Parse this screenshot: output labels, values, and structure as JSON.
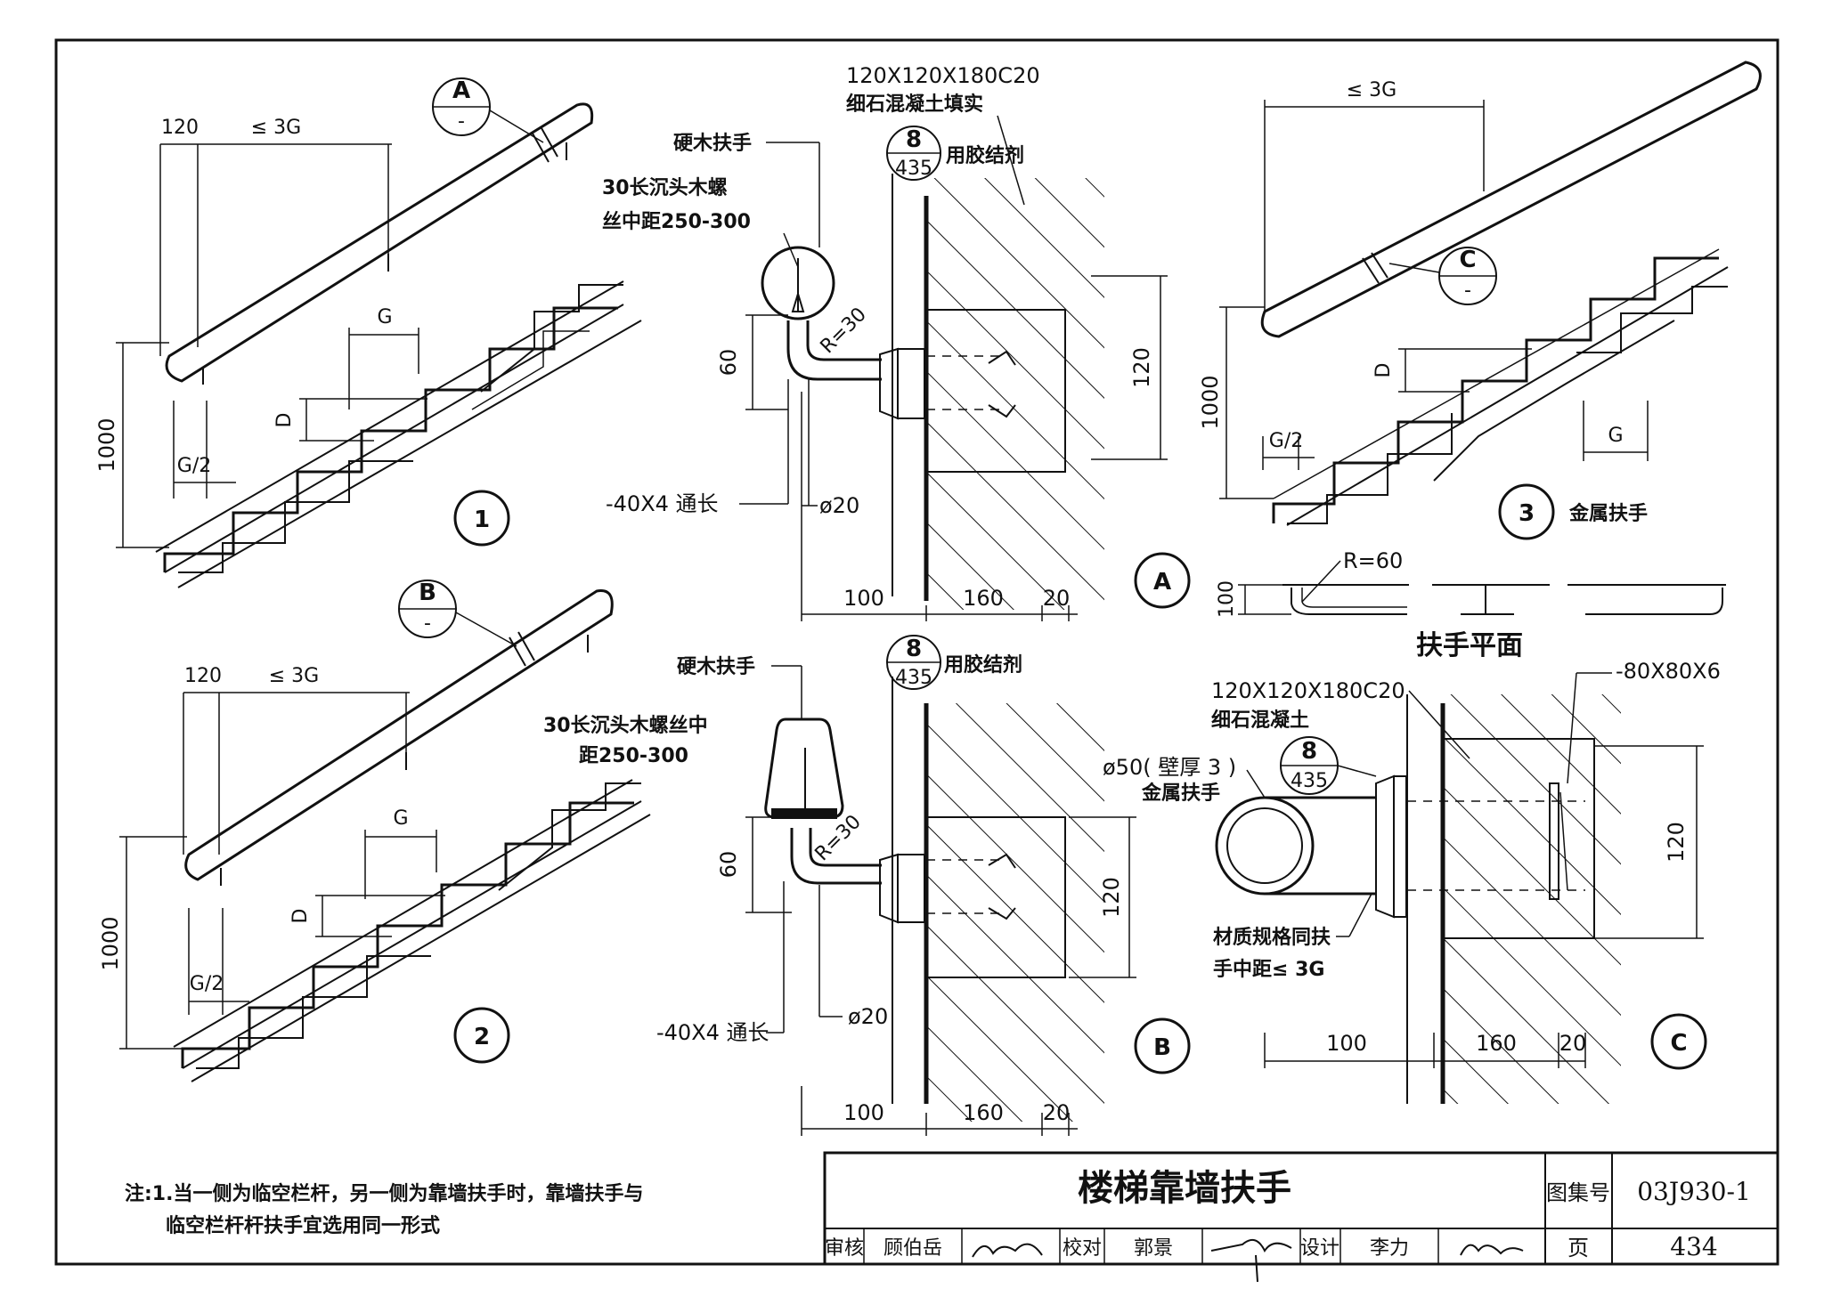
{
  "title_block": {
    "title": "楼梯靠墙扶手",
    "atlas_label": "图集号",
    "atlas_no": "03J930-1",
    "page_label": "页",
    "page_no": "434",
    "review_label": "审核",
    "reviewer": "顾伯岳",
    "check_label": "校对",
    "checker": "郭景",
    "design_label": "设计",
    "designer": "李力"
  },
  "note": {
    "line1": "注:1.当一侧为临空栏杆，另一侧为靠墙扶手时，靠墙扶手与",
    "line2": "临空栏杆杆扶手宜选用同一形式"
  },
  "detail1": {
    "number": "1",
    "ref_letter": "A",
    "ref_dash": "-",
    "dim_top_a": "120",
    "dim_top_b": "≤ 3G",
    "dim_g": "G",
    "dim_d": "D",
    "dim_g2": "G/2",
    "dim_height": "1000"
  },
  "detail2": {
    "number": "2",
    "ref_letter": "B",
    "ref_dash": "-",
    "dim_top_a": "120",
    "dim_top_b": "≤ 3G",
    "dim_g": "G",
    "dim_d": "D",
    "dim_g2": "G/2",
    "dim_height": "1000"
  },
  "detail3": {
    "number": "3",
    "label": "金属扶手",
    "ref_letter": "C",
    "ref_dash": "-",
    "dim_top": "≤ 3G",
    "dim_d": "D",
    "dim_g": "G",
    "dim_g2": "G/2",
    "dim_height": "1000"
  },
  "plan": {
    "radius": "R=60",
    "dim": "100",
    "caption": "扶手平面"
  },
  "detailA": {
    "letter": "A",
    "wood_handrail": "硬木扶手",
    "screw_1": "30长沉头木螺",
    "screw_2": "丝中距250-300",
    "concrete_1": "120X120X180C20",
    "concrete_2": "细石混凝土填实",
    "ref_num": "8",
    "ref_page": "435",
    "glue": "用胶结剂",
    "radius": "R=30",
    "dim_60": "60",
    "dim_120": "120",
    "flat_bar": "-40X4 通长",
    "rod": "ø20",
    "dim_100": "100",
    "dim_160": "160",
    "dim_20": "20"
  },
  "detailB": {
    "letter": "B",
    "wood_handrail": "硬木扶手",
    "screw_1": "30长沉头木螺丝中",
    "screw_2": "距250-300",
    "ref_num": "8",
    "ref_page": "435",
    "glue": "用胶结剂",
    "radius": "R=30",
    "dim_60": "60",
    "dim_120": "120",
    "flat_bar": "-40X4 通长",
    "rod": "ø20",
    "dim_100": "100",
    "dim_160": "160",
    "dim_20": "20"
  },
  "detailC": {
    "letter": "C",
    "concrete_1": "120X120X180C20",
    "concrete_2": "细石混凝土",
    "ref_num": "8",
    "ref_page": "435",
    "tube_1": "ø50( 壁厚 3 )",
    "tube_2": "金属扶手",
    "plate": "-80X80X6",
    "dim_120": "120",
    "material_1": "材质规格同扶",
    "material_2": "手中距≤ 3G",
    "dim_100": "100",
    "dim_160": "160",
    "dim_20": "20"
  }
}
